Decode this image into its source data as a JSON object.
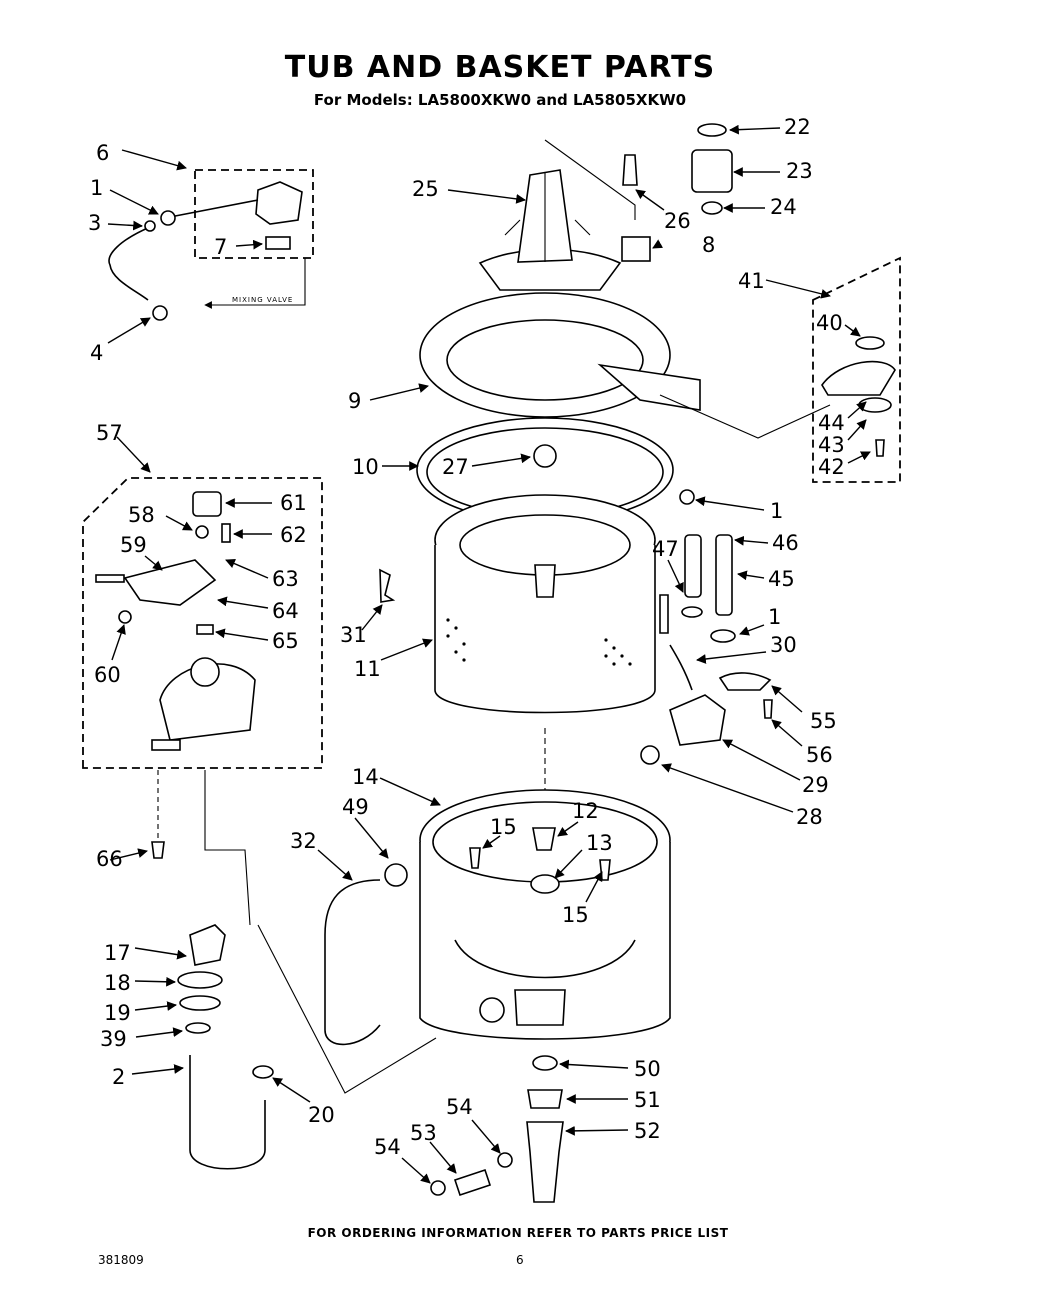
{
  "title": "TUB AND BASKET PARTS",
  "subtitle": "For Models: LA5800XKW0 and LA5805XKW0",
  "mixing_valve_label": "MIXING VALVE",
  "footer": "FOR ORDERING INFORMATION REFER TO PARTS PRICE LIST",
  "doc_number": "381809",
  "page_number": "6",
  "callouts": {
    "c1a": "1",
    "c1b": "1",
    "c1c": "1",
    "c2": "2",
    "c3": "3",
    "c4": "4",
    "c6": "6",
    "c7": "7",
    "c8": "8",
    "c9": "9",
    "c10": "10",
    "c11": "11",
    "c12": "12",
    "c13": "13",
    "c14": "14",
    "c15a": "15",
    "c15b": "15",
    "c17": "17",
    "c18": "18",
    "c19": "19",
    "c20": "20",
    "c22": "22",
    "c23": "23",
    "c24": "24",
    "c25": "25",
    "c26": "26",
    "c27": "27",
    "c28": "28",
    "c29": "29",
    "c30": "30",
    "c31": "31",
    "c32": "32",
    "c39": "39",
    "c40": "40",
    "c41": "41",
    "c42": "42",
    "c43": "43",
    "c44": "44",
    "c45": "45",
    "c46": "46",
    "c47": "47",
    "c49": "49",
    "c50": "50",
    "c51": "51",
    "c52": "52",
    "c53": "53",
    "c54a": "54",
    "c54b": "54",
    "c55": "55",
    "c56": "56",
    "c57": "57",
    "c58": "58",
    "c59": "59",
    "c60": "60",
    "c61": "61",
    "c62": "62",
    "c63": "63",
    "c64": "64",
    "c65": "65",
    "c66": "66"
  }
}
